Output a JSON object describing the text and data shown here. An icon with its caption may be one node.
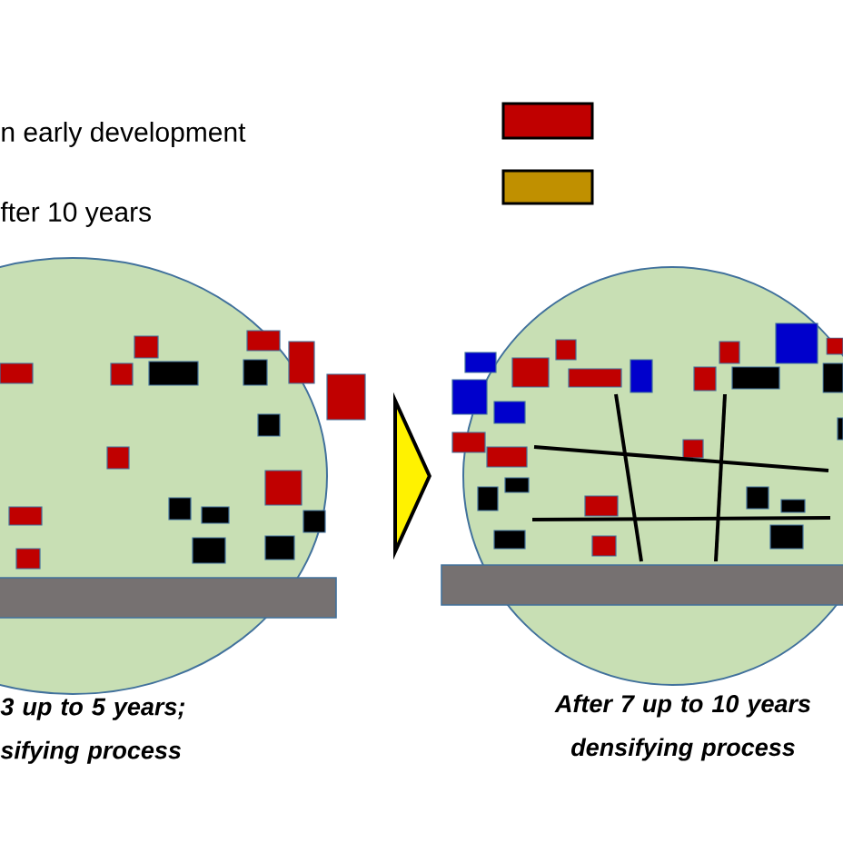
{
  "diagram": {
    "nodes": [
      {
        "text": [],
        "shape": "circle",
        "beside": [
          "3 up to 5 years; sifying process"
        ]
      },
      {
        "text": [],
        "shape": "circle",
        "beside": [
          "After 7 up to 10 years densifying process"
        ]
      }
    ],
    "edges": [
      {
        "from": 0,
        "to": 1,
        "arrow": "to"
      }
    ],
    "labels": [
      "n early development",
      "fter 10 years"
    ]
  }
}
